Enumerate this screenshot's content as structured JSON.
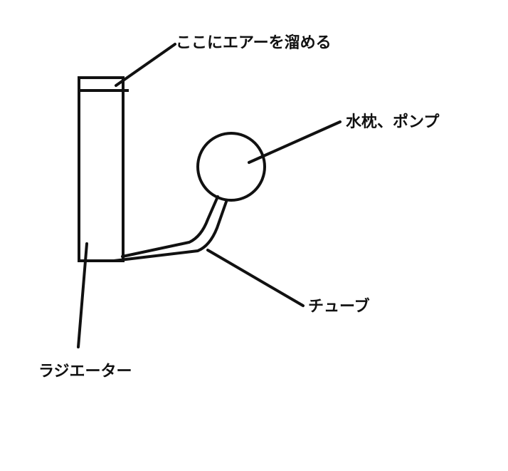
{
  "labels": {
    "air_reservoir": "ここにエアーを溜める",
    "pump": "水枕、ポンプ",
    "tube": "チューブ",
    "radiator": "ラジエーター"
  },
  "colors": {
    "stroke": "#111111",
    "background": "#ffffff"
  }
}
